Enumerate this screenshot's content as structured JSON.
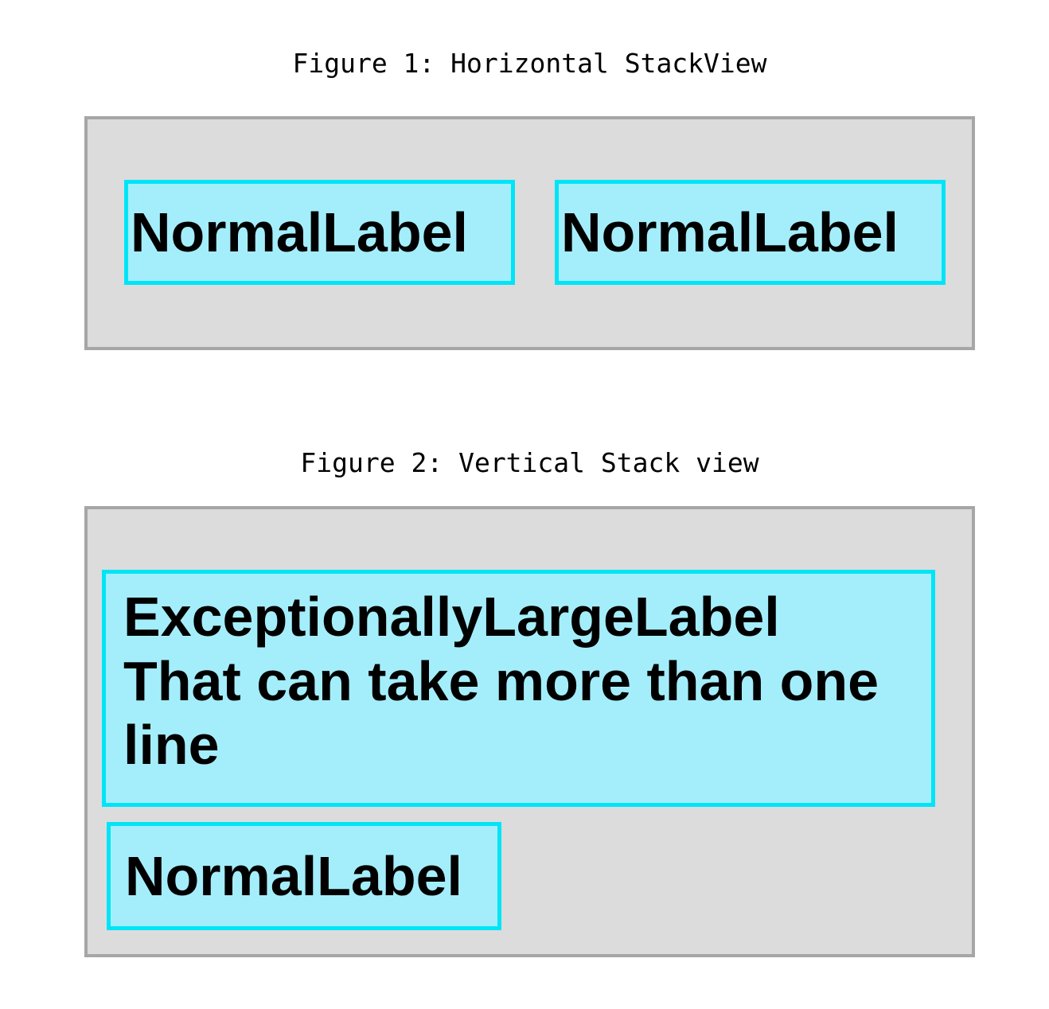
{
  "colors": {
    "container_bg": "#dcdcdc",
    "container_border": "#a6a6a6",
    "label_bg": "#a4eefb",
    "label_border": "#00e4f7",
    "text": "#000000"
  },
  "figure1": {
    "title": "Figure 1: Horizontal StackView",
    "labels": [
      "NormalLabel",
      "NormalLabel"
    ]
  },
  "figure2": {
    "title": "Figure 2: Vertical Stack view",
    "large_label": "ExceptionallyLargeLabel\nThat can take more than one\nline",
    "normal_label": "NormalLabel"
  }
}
